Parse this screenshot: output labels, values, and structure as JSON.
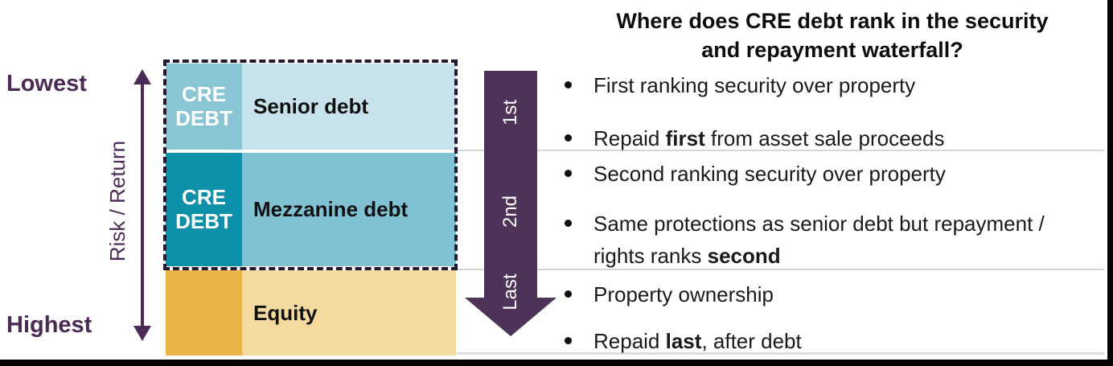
{
  "colors": {
    "senior_tag_bg": "#8ac5d3",
    "senior_row_bg": "#c7e2ea",
    "mezzanine_tag_bg": "#0e90aa",
    "mezzanine_row_bg": "#80c2d3",
    "equity_tag_bg": "#e9b347",
    "equity_row_bg": "#f4da9f",
    "purple_accent": "#4b2a55",
    "waterfall_arrow_purple": "#4e3359",
    "dashed_border": "#241832",
    "divider_gray": "#d6d6d6"
  },
  "risk_axis": {
    "low_label": "Lowest",
    "high_label": "Highest",
    "axis_label": "Risk / Return"
  },
  "stack": {
    "rows": [
      {
        "tag": "CRE DEBT",
        "label": "Senior debt"
      },
      {
        "tag": "CRE DEBT",
        "label": "Mezzanine debt"
      },
      {
        "tag": "",
        "label": "Equity"
      }
    ]
  },
  "waterfall_arrow": {
    "ranks": [
      "1st",
      "2nd",
      "Last"
    ]
  },
  "right_panel": {
    "title_lines": [
      "Where does CRE debt rank in the security",
      "and repayment waterfall?"
    ],
    "bullets": [
      {
        "lines": [
          {
            "pre": "First ranking security over property",
            "bold": "",
            "post": ""
          }
        ]
      },
      {
        "lines": [
          {
            "pre": "Repaid ",
            "bold": "first",
            "post": " from asset sale proceeds"
          }
        ]
      },
      {
        "lines": [
          {
            "pre": "Second ranking security over property",
            "bold": "",
            "post": ""
          }
        ]
      },
      {
        "lines": [
          {
            "pre": "Same protections as senior debt but repayment /",
            "bold": "",
            "post": ""
          },
          {
            "pre": "rights ranks ",
            "bold": "second",
            "post": ""
          }
        ]
      },
      {
        "lines": [
          {
            "pre": "Property ownership",
            "bold": "",
            "post": ""
          }
        ]
      },
      {
        "lines": [
          {
            "pre": "Repaid ",
            "bold": "last",
            "post": ", after debt"
          }
        ]
      }
    ]
  }
}
